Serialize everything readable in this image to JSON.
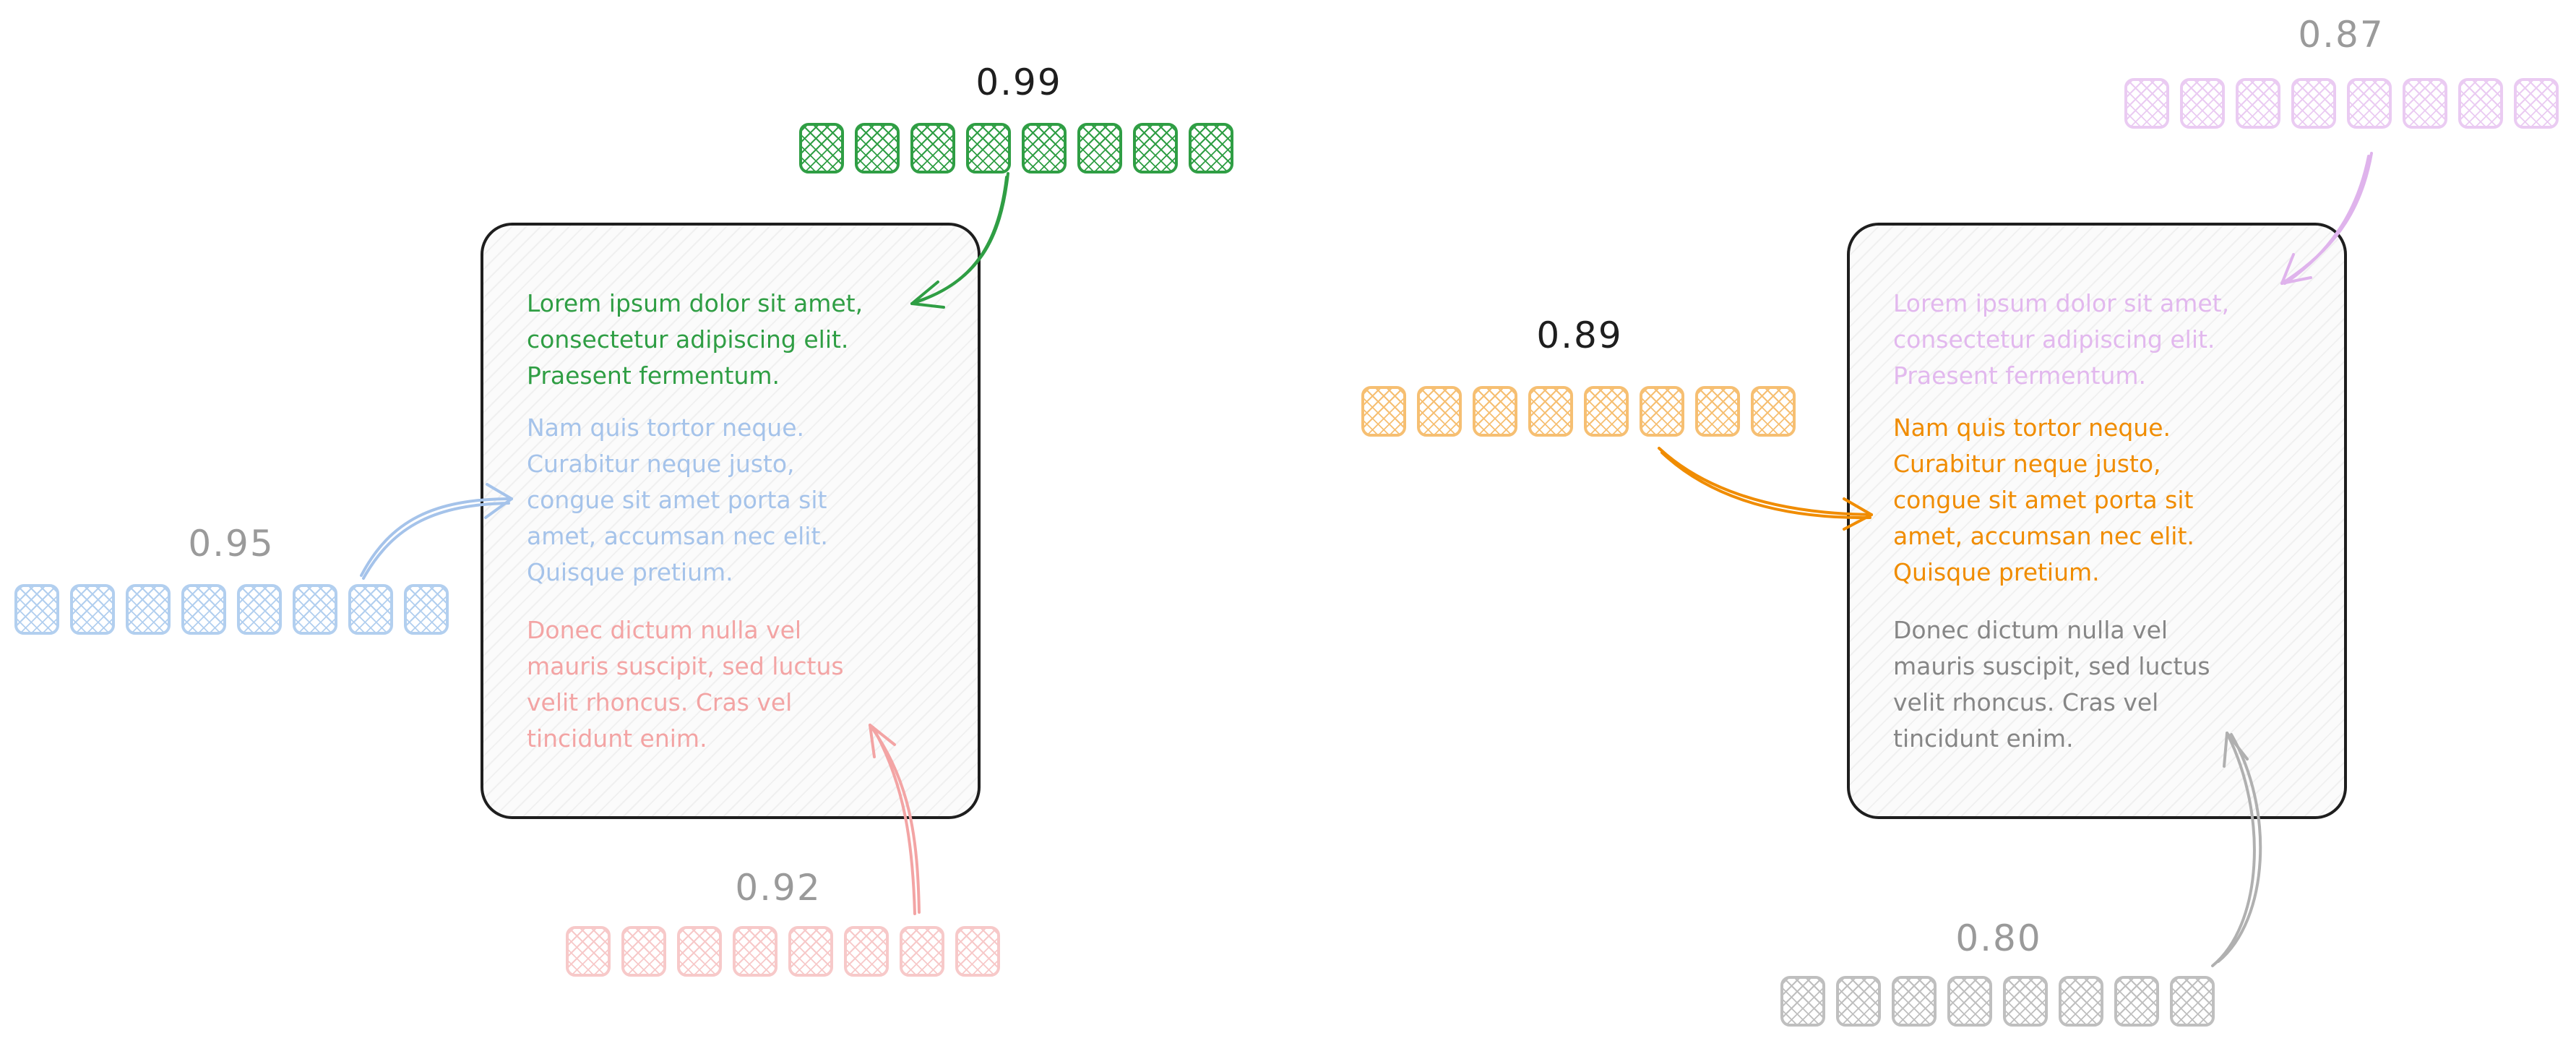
{
  "colors": {
    "green": "#2f9e44",
    "blue": "#74a8e3",
    "red": "#f29e9e",
    "orange": "#f08c00",
    "purple": "#d9a2e8",
    "gray": "#9a9a9a",
    "black": "#1e1e1e",
    "blue_text": "#a5c3ea",
    "red_text": "#f3a4a4",
    "gray_text": "#868686"
  },
  "document_text": {
    "p1": "Lorem ipsum dolor sit amet,\nconsectetur adipiscing elit.\nPraesent fermentum.",
    "p2": "Nam quis tortor neque.\nCurabitur neque justo,\ncongue sit amet porta sit\namet, accumsan nec elit.\nQuisque pretium.",
    "p3": "Donec dictum nulla vel\nmauris suscipit, sed luctus\nvelit rhoncus. Cras vel\ntincidunt enim."
  },
  "left_panel": {
    "scores": {
      "top": "0.99",
      "left": "0.95",
      "bottom": "0.92"
    }
  },
  "right_panel": {
    "scores": {
      "center": "0.89",
      "top_right": "0.87",
      "bottom": "0.80"
    }
  },
  "vector_length": 8
}
